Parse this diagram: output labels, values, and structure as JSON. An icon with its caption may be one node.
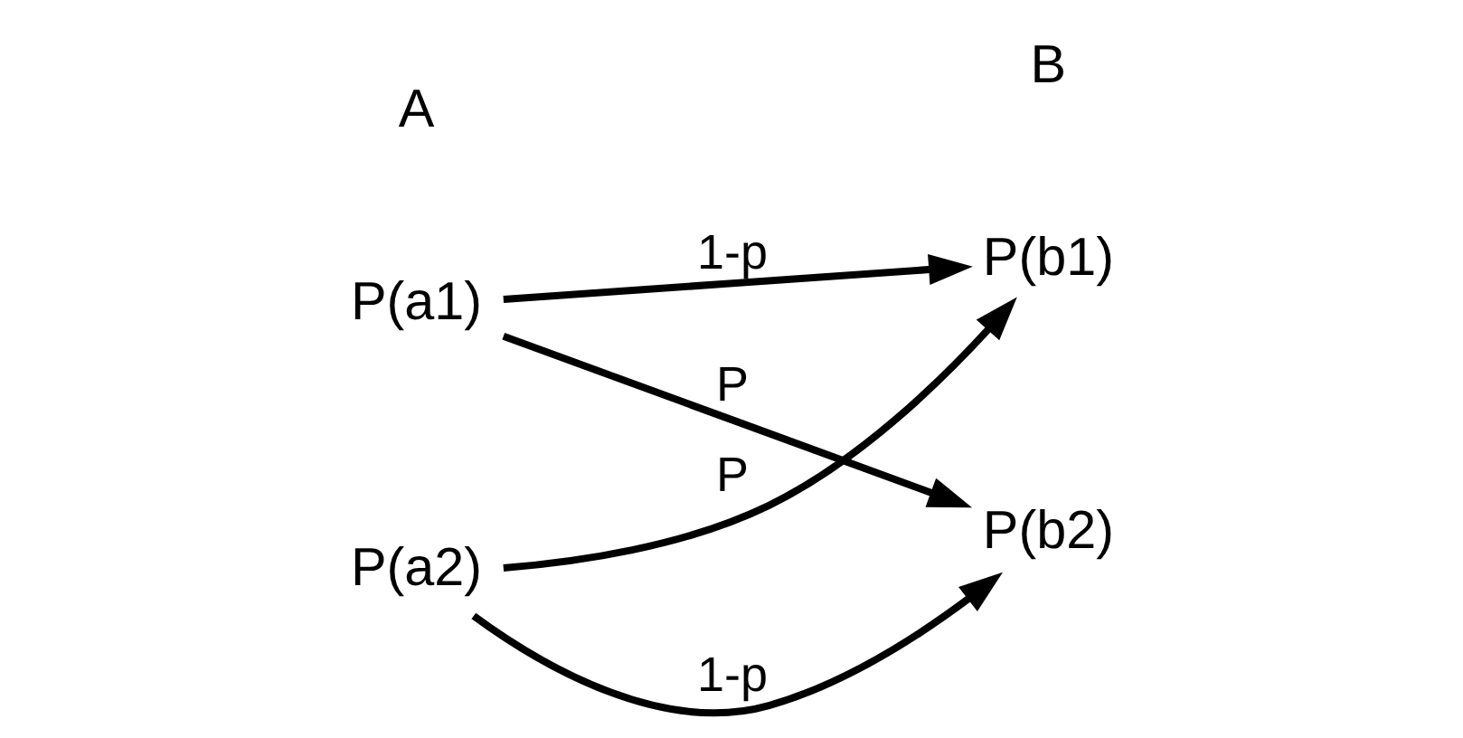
{
  "diagram": {
    "nodes": [
      {
        "text": [
          "P(a1)"
        ]
      },
      {
        "text": [
          "P(b1)"
        ]
      },
      {
        "text": [
          "P(a2)"
        ]
      },
      {
        "text": [
          "P(b2)"
        ]
      }
    ],
    "edges": [
      {
        "from": 0,
        "to": 1,
        "arrow": "to",
        "label": "1-p"
      },
      {
        "from": 2,
        "to": 1,
        "arrow": "to",
        "label": "P"
      },
      {
        "from": 0,
        "to": 3,
        "arrow": "to",
        "label": "P"
      },
      {
        "from": 2,
        "to": 3,
        "arrow": "to",
        "label": "1-p"
      }
    ],
    "labels": [
      "A",
      "B"
    ]
  }
}
